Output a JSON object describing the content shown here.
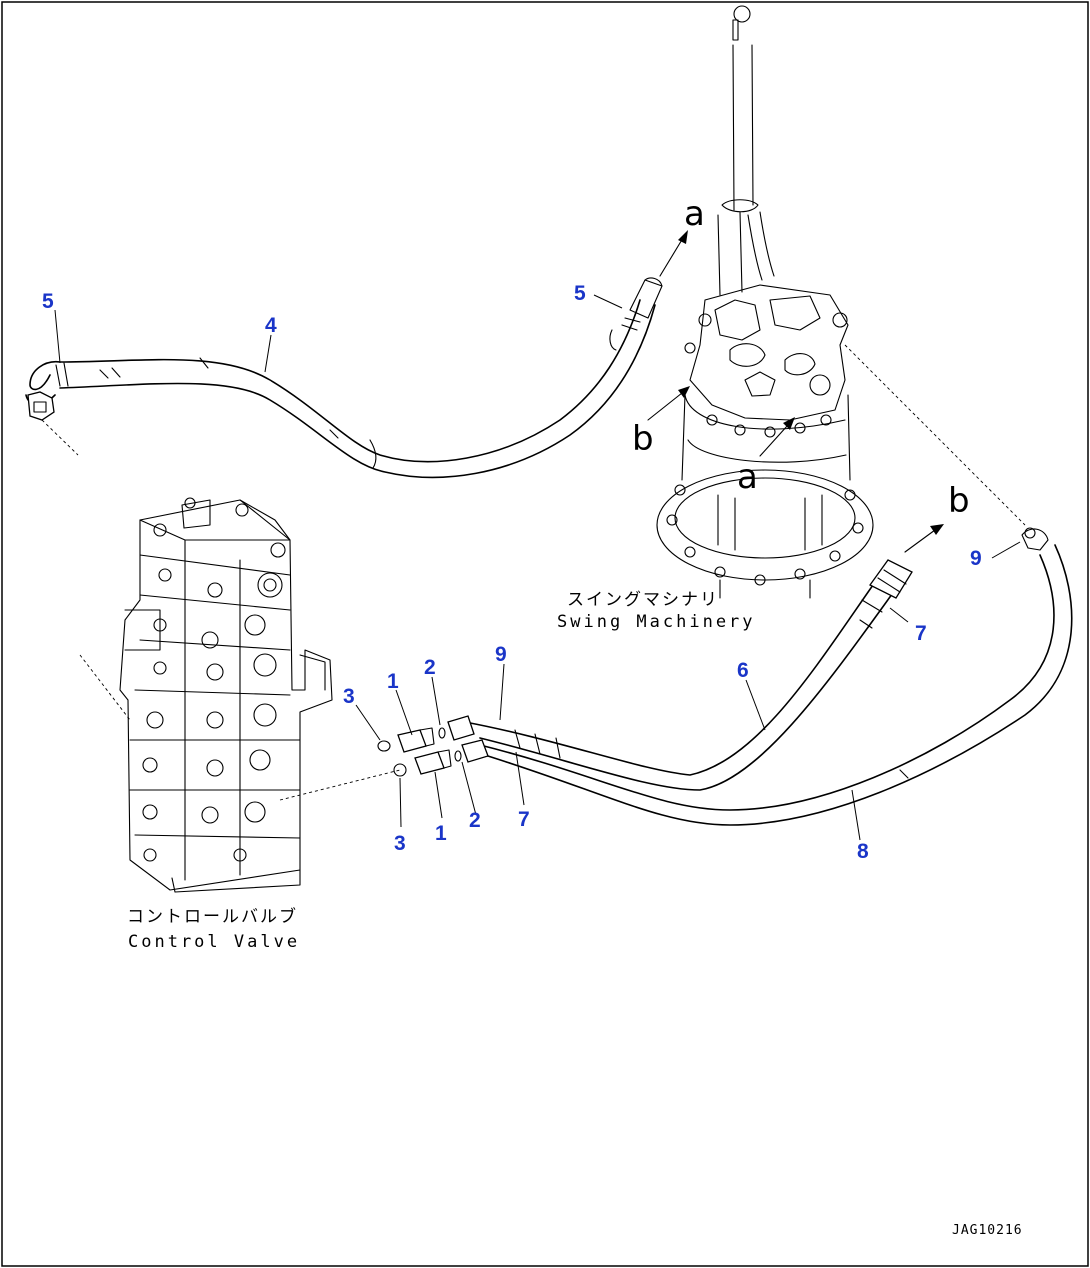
{
  "callouts": {
    "c5a": "5",
    "c4": "4",
    "c5b": "5",
    "c9a": "9",
    "c7a": "7",
    "c6": "6",
    "c8": "8",
    "c3a": "3",
    "c1a": "1",
    "c2a": "2",
    "c9b": "9",
    "c3b": "3",
    "c1b": "1",
    "c2b": "2",
    "c7b": "7"
  },
  "connection_letters": {
    "a_top": "a",
    "a_mid": "a",
    "b_left": "b",
    "b_right": "b"
  },
  "labels": {
    "swing_jp": "スイングマシナリ",
    "swing_en": "Swing Machinery",
    "valve_jp": "コントロールバルブ",
    "valve_en": "Control Valve"
  },
  "drawing_code": "JAG10216",
  "colors": {
    "callout": "#1a35c8",
    "line": "#000000"
  }
}
